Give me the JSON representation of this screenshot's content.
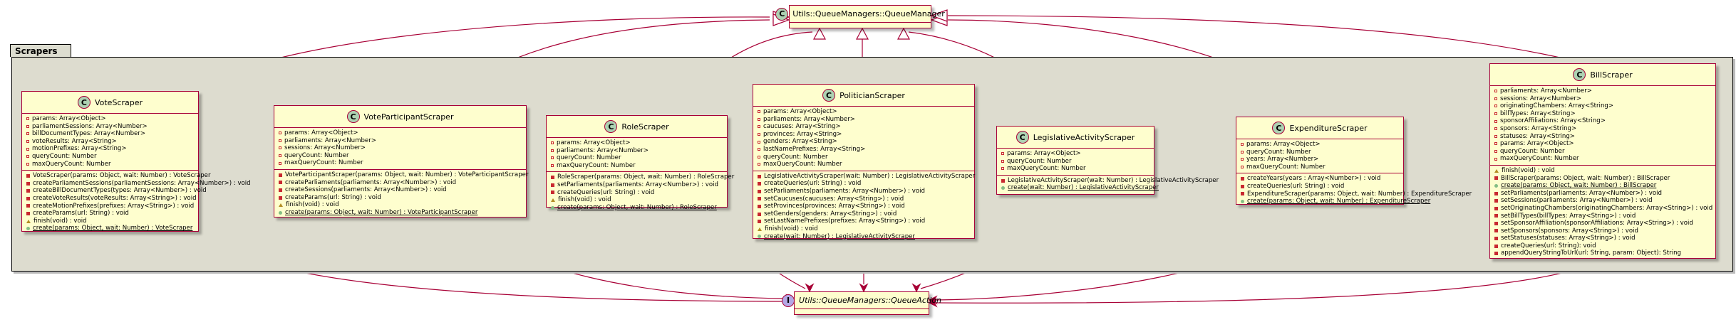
{
  "package": {
    "name": "Scrapers"
  },
  "base": {
    "name": "Utils::QueueManagers::QueueManager",
    "stereotype": "C"
  },
  "action": {
    "name": "Utils::QueueManagers::QueueAction",
    "stereotype": "I"
  },
  "classes": [
    {
      "id": "vote",
      "name": "VoteScraper",
      "stereotype": "C",
      "fields": [
        {
          "vis": "privf",
          "text": "params: Array<Object>"
        },
        {
          "vis": "privf",
          "text": "parliamentSessions: Array<Number>"
        },
        {
          "vis": "privf",
          "text": "billDocumentTypes: Array<Number>"
        },
        {
          "vis": "privf",
          "text": "voteResults: Array<String>"
        },
        {
          "vis": "privf",
          "text": "motionPrefixes: Array<String>"
        },
        {
          "vis": "privf",
          "text": "queryCount: Number"
        },
        {
          "vis": "privf",
          "text": "maxQueryCount: Number"
        }
      ],
      "methods": [
        {
          "vis": "priv",
          "text": "VoteScraper(params: Object, wait: Number) : VoteScraper"
        },
        {
          "vis": "priv",
          "text": "createParliamentSessions(parliamentSessions: Array<Number>) : void"
        },
        {
          "vis": "priv",
          "text": "createBillDocumentTypes(types: Array<Number>) : void"
        },
        {
          "vis": "priv",
          "text": "createVoteResults(voteResults: Array<String>) : void"
        },
        {
          "vis": "priv",
          "text": "createMotionPrefixes(prefixes: Array<String>) : void"
        },
        {
          "vis": "priv",
          "text": "createParams(url: String) : void"
        },
        {
          "vis": "prot",
          "text": "finish(void) : void"
        },
        {
          "vis": "pub",
          "text": "create(params: Object, wait: Number) : VoteScraper",
          "static": true
        }
      ]
    },
    {
      "id": "vp",
      "name": "VoteParticipantScraper",
      "stereotype": "C",
      "fields": [
        {
          "vis": "privf",
          "text": "params: Array<Object>"
        },
        {
          "vis": "privf",
          "text": "parliaments: Array<Number>"
        },
        {
          "vis": "privf",
          "text": "sessions: Array<Number>"
        },
        {
          "vis": "privf",
          "text": "queryCount: Number"
        },
        {
          "vis": "privf",
          "text": "maxQueryCount: Number"
        }
      ],
      "methods": [
        {
          "vis": "priv",
          "text": "VoteParticipantScraper(params: Object, wait: Number) : VoteParticipantScraper"
        },
        {
          "vis": "priv",
          "text": "createParliaments(parliaments: Array<Number>) : void"
        },
        {
          "vis": "priv",
          "text": "createSessions(parliaments: Array<Number>) : void"
        },
        {
          "vis": "priv",
          "text": "createParams(url: String) : void"
        },
        {
          "vis": "prot",
          "text": "finish(void) : void"
        },
        {
          "vis": "pub",
          "text": "create(params: Object, wait: Number) : VoteParticipantScraper",
          "static": true
        }
      ]
    },
    {
      "id": "role",
      "name": "RoleScraper",
      "stereotype": "C",
      "fields": [
        {
          "vis": "privf",
          "text": "params: Array<Object>"
        },
        {
          "vis": "privf",
          "text": "parliaments: Array<Number>"
        },
        {
          "vis": "privf",
          "text": "queryCount: Number"
        },
        {
          "vis": "privf",
          "text": "maxQueryCount: Number"
        }
      ],
      "methods": [
        {
          "vis": "priv",
          "text": "RoleScraper(params: Object, wait: Number) : RoleScraper"
        },
        {
          "vis": "priv",
          "text": "setParliaments(parliaments: Array<Number>) : void"
        },
        {
          "vis": "priv",
          "text": "createQueries(url: String) : void"
        },
        {
          "vis": "prot",
          "text": "finish(void) : void"
        },
        {
          "vis": "pub",
          "text": "create(params: Object, wait: Number) : RoleScraper",
          "static": true
        }
      ]
    },
    {
      "id": "pol",
      "name": "PoliticianScraper",
      "stereotype": "C",
      "fields": [
        {
          "vis": "privf",
          "text": "params: Array<Object>"
        },
        {
          "vis": "privf",
          "text": "parliaments: Array<Number>"
        },
        {
          "vis": "privf",
          "text": "caucuses: Array<String>"
        },
        {
          "vis": "privf",
          "text": "provinces: Array<String>"
        },
        {
          "vis": "privf",
          "text": "genders: Array<String>"
        },
        {
          "vis": "privf",
          "text": "lastNamePrefixes: Array<String>"
        },
        {
          "vis": "privf",
          "text": "queryCount: Number"
        },
        {
          "vis": "privf",
          "text": "maxQueryCount: Number"
        }
      ],
      "methods": [
        {
          "vis": "priv",
          "text": "LegislativeActivityScraper(wait: Number) : LegislativeActivityScraper"
        },
        {
          "vis": "priv",
          "text": "createQueries(url: String) : void"
        },
        {
          "vis": "priv",
          "text": "setParliaments(parliaments: Array<Number>) : void"
        },
        {
          "vis": "priv",
          "text": "setCaucuses(caucuses: Array<String>) : void"
        },
        {
          "vis": "priv",
          "text": "setProvinces(provinces: Array<String>) : void"
        },
        {
          "vis": "priv",
          "text": "setGenders(genders: Array<String>) : void"
        },
        {
          "vis": "priv",
          "text": "setLastNamePrefixes(prefixes: Array<String>) : void"
        },
        {
          "vis": "prot",
          "text": "finish(void) : void"
        },
        {
          "vis": "pub",
          "text": "create(wait: Number) : LegislativeActivityScraper",
          "static": true
        }
      ]
    },
    {
      "id": "leg",
      "name": "LegislativeActivityScraper",
      "stereotype": "C",
      "fields": [
        {
          "vis": "privf",
          "text": "params: Array<Object>"
        },
        {
          "vis": "privf",
          "text": "queryCount: Number"
        },
        {
          "vis": "privf",
          "text": "maxQueryCount: Number"
        }
      ],
      "methods": [
        {
          "vis": "priv",
          "text": "LegislativeActivityScraper(wait: Number) : LegislativeActivityScraper"
        },
        {
          "vis": "pub",
          "text": "create(wait: Number) : LegislativeActivityScraper",
          "static": true
        }
      ]
    },
    {
      "id": "exp",
      "name": "ExpenditureScraper",
      "stereotype": "C",
      "fields": [
        {
          "vis": "privf",
          "text": "params: Array<Object>"
        },
        {
          "vis": "privf",
          "text": "queryCount: Number"
        },
        {
          "vis": "privf",
          "text": "years: Array<Number>"
        },
        {
          "vis": "privf",
          "text": "maxQueryCount: Number"
        }
      ],
      "methods": [
        {
          "vis": "priv",
          "text": "createYears(years : Array<Number>) : void"
        },
        {
          "vis": "priv",
          "text": "createQueries(url: String) : void"
        },
        {
          "vis": "priv",
          "text": "ExpenditureScraper(params: Object, wait: Number) : ExpenditureScraper"
        },
        {
          "vis": "pub",
          "text": "create(params: Object, wait: Number) : ExpenditureScraper",
          "static": true
        }
      ]
    },
    {
      "id": "bill",
      "name": "BillScraper",
      "stereotype": "C",
      "fields": [
        {
          "vis": "privf",
          "text": "parliaments: Array<Number>"
        },
        {
          "vis": "privf",
          "text": "sessions: Array<Number>"
        },
        {
          "vis": "privf",
          "text": "originatingChambers: Array<String>"
        },
        {
          "vis": "privf",
          "text": "billTypes: Array<String>"
        },
        {
          "vis": "privf",
          "text": "sponsorAffiliations: Array<String>"
        },
        {
          "vis": "privf",
          "text": "sponsors: Array<String>"
        },
        {
          "vis": "privf",
          "text": "statuses: Array<String>"
        },
        {
          "vis": "privf",
          "text": "params: Array<Object>"
        },
        {
          "vis": "privf",
          "text": "queryCount: Number"
        },
        {
          "vis": "privf",
          "text": "maxQueryCount: Number"
        }
      ],
      "methods": [
        {
          "vis": "prot",
          "text": "finish(void) : void"
        },
        {
          "vis": "priv",
          "text": "BillScraper(params: Object, wait: Number) : BillScraper"
        },
        {
          "vis": "pub",
          "text": "create(params: Object, wait: Number) : BillScraper",
          "static": true
        },
        {
          "vis": "priv",
          "text": "setParliaments(parliaments: Array<Number>) : void"
        },
        {
          "vis": "priv",
          "text": "setSessions(parliaments: Array<Number>) : void"
        },
        {
          "vis": "priv",
          "text": "setOriginatingChambers(originatingChambers: Array<String>) : void"
        },
        {
          "vis": "priv",
          "text": "setBillTypes(billTypes: Array<String>) : void"
        },
        {
          "vis": "priv",
          "text": "setSponsorAffiliation(sponsorAffiliations: Array<String>) : void"
        },
        {
          "vis": "priv",
          "text": "setSponsors(sponsors: Array<String>) : void"
        },
        {
          "vis": "priv",
          "text": "setStatuses(statuses: Array<String>) : void"
        },
        {
          "vis": "priv",
          "text": "createQueries(url: String): void"
        },
        {
          "vis": "priv",
          "text": "appendQueryStringToUrl(url: String, param: Object): String"
        }
      ]
    }
  ],
  "colors": {
    "line": "#a80036",
    "classFill": "#fefece",
    "packageFill": "#dddccf",
    "circleC": "#add1b2",
    "circleI": "#b4a7e5"
  }
}
